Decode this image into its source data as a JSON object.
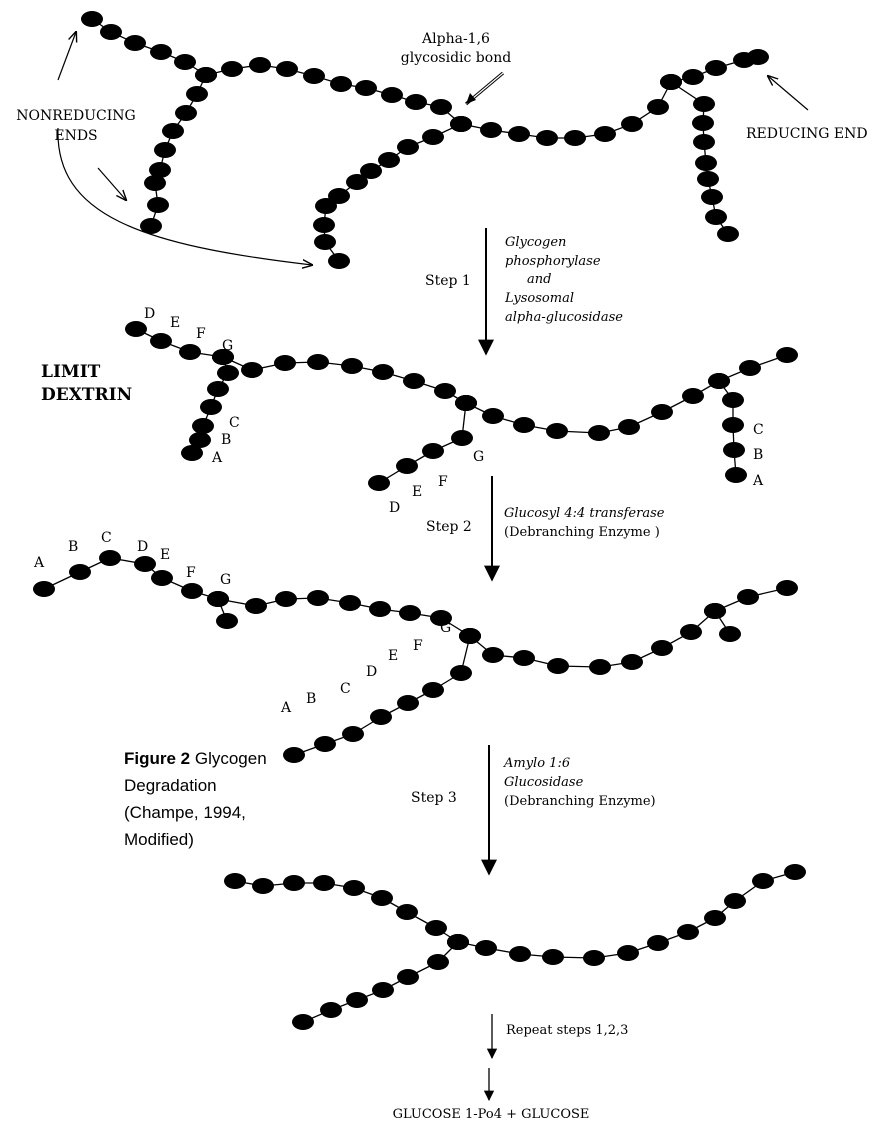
{
  "labels": {
    "nonreducing_line1": "NONREDUCING",
    "nonreducing_line2": "ENDS",
    "reducing_end": "REDUCING END",
    "alpha_line1": "Alpha-1,6",
    "alpha_line2": "glycosidic bond",
    "limit_line1": "LIMIT",
    "limit_line2": "DEXTRIN",
    "final_products": "GLUCOSE 1-Po4 + GLUCOSE"
  },
  "steps": {
    "step1": {
      "label": "Step 1",
      "enzyme_lines": [
        "Glycogen",
        "phosphorylase",
        "and",
        "Lysosomal",
        "alpha-glucosidase"
      ]
    },
    "step2": {
      "label": "Step 2",
      "enzyme_line1": "Glucosyl 4:4 transferase",
      "enzyme_line2": "(Debranching Enzyme )"
    },
    "step3": {
      "label": "Step 3",
      "enzyme_line1": "Amylo 1:6",
      "enzyme_line2": "Glucosidase",
      "enzyme_line3": "(Debranching Enzyme)"
    },
    "repeat": "Repeat steps 1,2,3"
  },
  "caption": {
    "bold": "Figure 2",
    "line1_rest": " Glycogen",
    "line2": "Degradation",
    "line3": "(Champe, 1994,",
    "line4": "Modified)"
  },
  "residue_letters": {
    "A": "A",
    "B": "B",
    "C": "C",
    "D": "D",
    "E": "E",
    "F": "F",
    "G": "G"
  },
  "colors": {
    "background": "#ffffff",
    "ink": "#000000"
  }
}
